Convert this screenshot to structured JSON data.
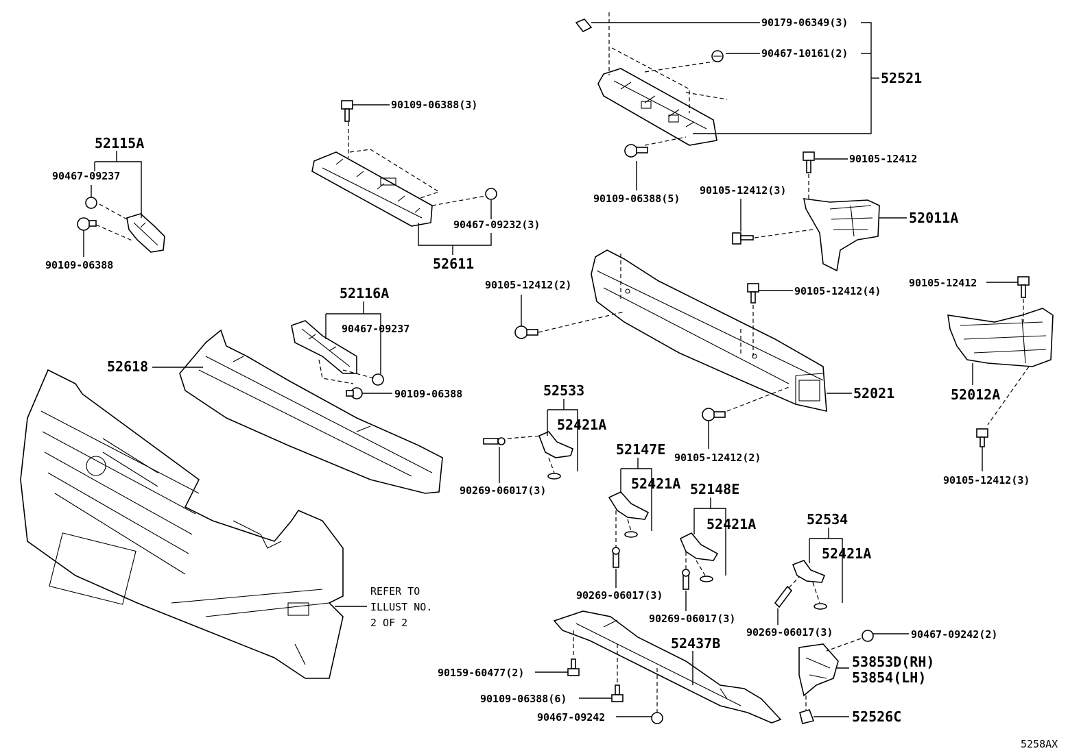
{
  "diagram_code": "5258AX",
  "refer_note": [
    "REFER TO",
    "ILLUST NO.",
    "2 OF 2"
  ],
  "groups": {
    "g52521": "52521",
    "g52611": "52611",
    "g52115A": "52115A",
    "g52116A": "52116A",
    "g52011A": "52011A",
    "g52021": "52021",
    "g52012A": "52012A",
    "g52618": "52618",
    "g52533": "52533",
    "g52147E": "52147E",
    "g52148E": "52148E",
    "g52534": "52534",
    "g52437B": "52437B",
    "g53853D": "53853D(RH)",
    "g53854": "53854(LH)",
    "g52526C": "52526C"
  },
  "parts": {
    "p1": "90179-06349(3)",
    "p2": "90467-10161(2)",
    "p3": "90109-06388(3)",
    "p4": "90467-09237",
    "p5": "90109-06388",
    "p6": "90467-09232(3)",
    "p7": "90109-06388(5)",
    "p8": "90105-12412",
    "p9": "90105-12412(3)",
    "p10": "90105-12412(2)",
    "p11": "90105-12412(4)",
    "p12": "90105-12412",
    "p13": "52421A",
    "p14": "90467-09237",
    "p15": "90109-06388",
    "p16": "90105-12412(2)",
    "p17": "90269-06017(3)",
    "p18": "52421A",
    "p19": "52421A",
    "p20": "52421A",
    "p21": "90105-12412(3)",
    "p22": "90269-06017(3)",
    "p23": "90269-06017(3)",
    "p24": "90269-06017(3)",
    "p25": "90467-09242(2)",
    "p26": "90159-60477(2)",
    "p27": "90109-06388(6)",
    "p28": "90467-09242"
  }
}
